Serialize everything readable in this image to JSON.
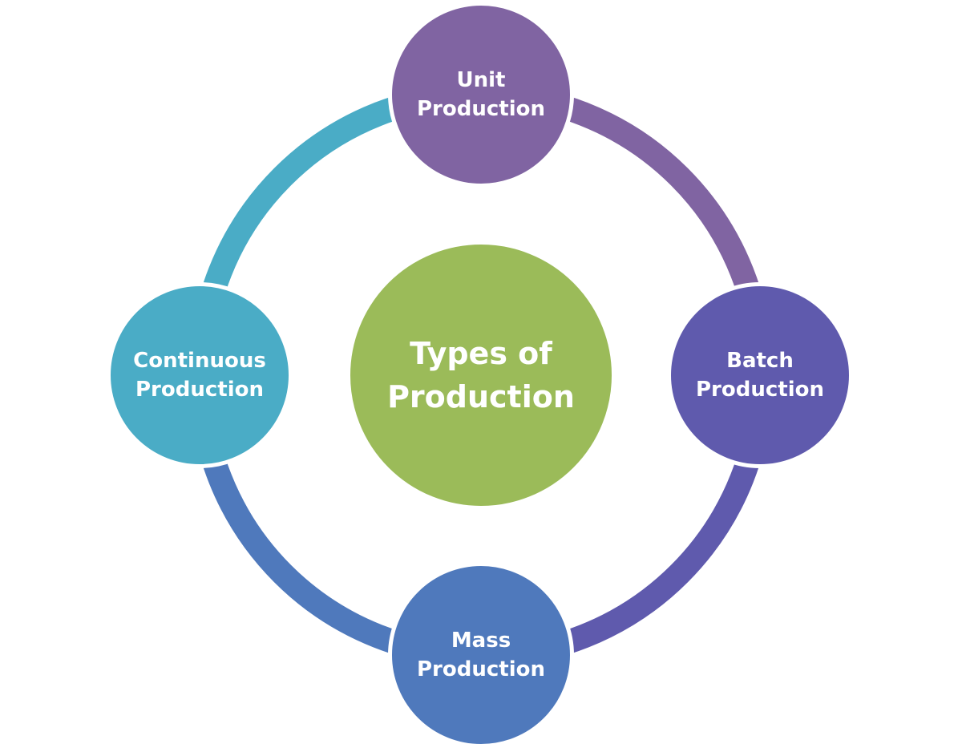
{
  "diagram": {
    "center": {
      "line1": "Types of",
      "line2": "Production",
      "color": "#9bbb59"
    },
    "nodes": [
      {
        "id": "unit",
        "line1": "Unit",
        "line2": "Production",
        "color": "#8064a2"
      },
      {
        "id": "batch",
        "line1": "Batch",
        "line2": "Production",
        "color": "#5f5aad"
      },
      {
        "id": "mass",
        "line1": "Mass",
        "line2": "Production",
        "color": "#4f79bc"
      },
      {
        "id": "continuous",
        "line1": "Continuous",
        "line2": "Production",
        "color": "#4aacc6"
      }
    ],
    "ring_colors": {
      "unit_to_batch": "#8064a2",
      "batch_to_mass": "#5f5aad",
      "mass_to_continuous": "#4f79bc",
      "continuous_to_unit": "#4aacc6"
    }
  }
}
